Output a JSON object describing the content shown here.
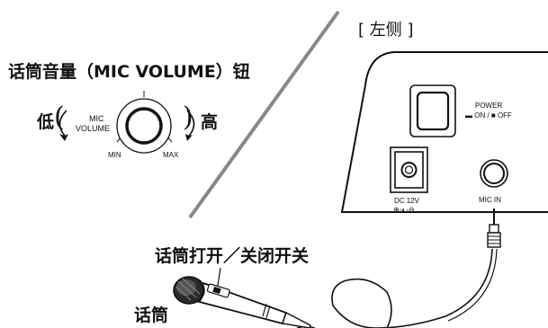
{
  "knob_section": {
    "title": "话筒音量（MIC VOLUME）钮",
    "low_label": "低",
    "high_label": "高",
    "knob_name_line1": "MIC",
    "knob_name_line2": "VOLUME",
    "min_label": "MIN",
    "max_label": "MAX"
  },
  "side_panel": {
    "title": "[ 左侧 ]",
    "power_label": "POWER",
    "power_state_label": "▬ ON / ■ OFF",
    "dc_label": "DC 12V",
    "dc_polarity": "⊕-◐-⊖",
    "mic_in_label": "MIC IN"
  },
  "microphone": {
    "switch_label": "话筒打开／关闭开关",
    "mic_label": "话筒"
  },
  "icons": {
    "knob": "volume-knob-icon",
    "power_switch": "power-switch-icon",
    "dc_jack": "dc-jack-icon",
    "mic_jack": "mic-in-jack-icon",
    "plug": "mic-plug-icon",
    "microphone": "microphone-icon"
  }
}
